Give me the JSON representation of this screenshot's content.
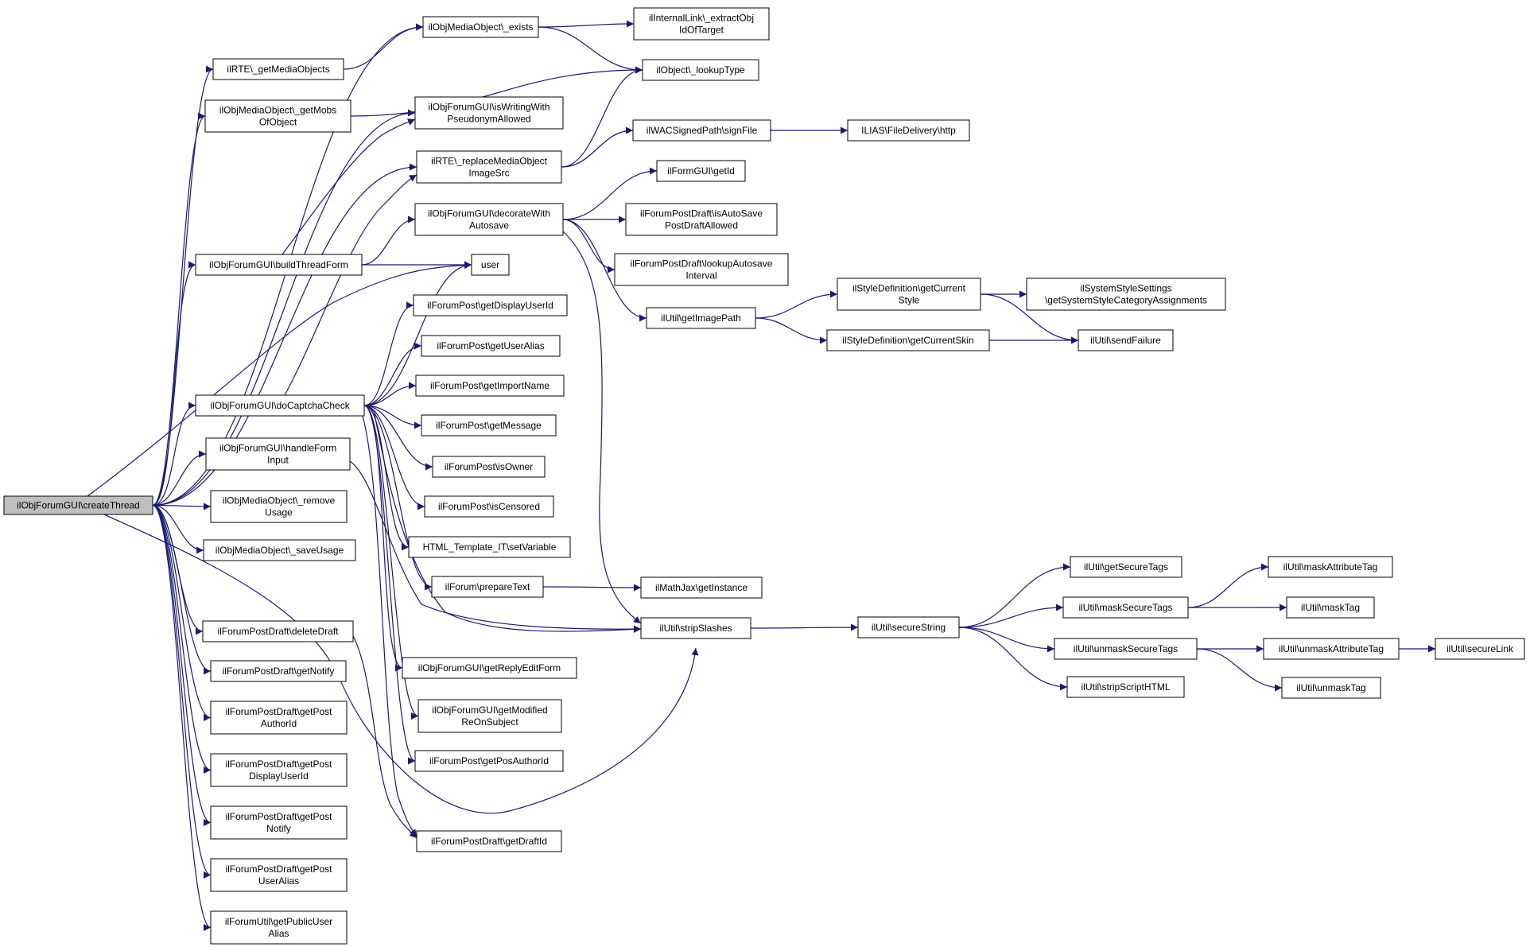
{
  "nodes": [
    {
      "id": "createThread",
      "lines": [
        "ilObjForumGUI\\createThread"
      ]
    },
    {
      "id": "mob_exists",
      "lines": [
        "ilObjMediaObject\\_exists"
      ]
    },
    {
      "id": "rte_getMediaObjects",
      "lines": [
        "ilRTE\\_getMediaObjects"
      ]
    },
    {
      "id": "mob_getMobsOfObject",
      "lines": [
        "ilObjMediaObject\\_getMobs",
        "OfObject"
      ]
    },
    {
      "id": "isWritingWithPseudonymAllowed",
      "lines": [
        "ilObjForumGUI\\isWritingWith",
        "PseudonymAllowed"
      ]
    },
    {
      "id": "rte_replaceMediaObjectImageSrc",
      "lines": [
        "ilRTE\\_replaceMediaObject",
        "ImageSrc"
      ]
    },
    {
      "id": "decorateWithAutosave",
      "lines": [
        "ilObjForumGUI\\decorateWith",
        "Autosave"
      ]
    },
    {
      "id": "buildThreadForm",
      "lines": [
        "ilObjForumGUI\\buildThreadForm"
      ]
    },
    {
      "id": "user",
      "lines": [
        "user"
      ]
    },
    {
      "id": "post_getDisplayUserId",
      "lines": [
        "ilForumPost\\getDisplayUserId"
      ]
    },
    {
      "id": "post_getUserAlias",
      "lines": [
        "ilForumPost\\getUserAlias"
      ]
    },
    {
      "id": "post_getImportName",
      "lines": [
        "ilForumPost\\getImportName"
      ]
    },
    {
      "id": "doCaptchaCheck",
      "lines": [
        "ilObjForumGUI\\doCaptchaCheck"
      ]
    },
    {
      "id": "post_getMessage",
      "lines": [
        "ilForumPost\\getMessage"
      ]
    },
    {
      "id": "handleFormInput",
      "lines": [
        "ilObjForumGUI\\handleForm",
        "Input"
      ]
    },
    {
      "id": "post_isOwner",
      "lines": [
        "ilForumPost\\isOwner"
      ]
    },
    {
      "id": "mob_removeUsage",
      "lines": [
        "ilObjMediaObject\\_remove",
        "Usage"
      ]
    },
    {
      "id": "post_isCensored",
      "lines": [
        "ilForumPost\\isCensored"
      ]
    },
    {
      "id": "mob_saveUsage",
      "lines": [
        "ilObjMediaObject\\_saveUsage"
      ]
    },
    {
      "id": "tpl_setVariable",
      "lines": [
        "HTML_Template_IT\\setVariable"
      ]
    },
    {
      "id": "forum_prepareText",
      "lines": [
        "ilForum\\prepareText"
      ]
    },
    {
      "id": "draft_deleteDraft",
      "lines": [
        "ilForumPostDraft\\deleteDraft"
      ]
    },
    {
      "id": "draft_getNotify",
      "lines": [
        "ilForumPostDraft\\getNotify"
      ]
    },
    {
      "id": "getReplyEditForm",
      "lines": [
        "ilObjForumGUI\\getReplyEditForm"
      ]
    },
    {
      "id": "draft_getPostAuthorId",
      "lines": [
        "ilForumPostDraft\\getPost",
        "AuthorId"
      ]
    },
    {
      "id": "getModifiedReOnSubject",
      "lines": [
        "ilObjForumGUI\\getModified",
        "ReOnSubject"
      ]
    },
    {
      "id": "post_getPosAuthorId",
      "lines": [
        "ilForumPost\\getPosAuthorId"
      ]
    },
    {
      "id": "draft_getPostDisplayUserId",
      "lines": [
        "ilForumPostDraft\\getPost",
        "DisplayUserId"
      ]
    },
    {
      "id": "draft_getPostNotify",
      "lines": [
        "ilForumPostDraft\\getPost",
        "Notify"
      ]
    },
    {
      "id": "draft_getDraftId",
      "lines": [
        "ilForumPostDraft\\getDraftId"
      ]
    },
    {
      "id": "draft_getPostUserAlias",
      "lines": [
        "ilForumPostDraft\\getPost",
        "UserAlias"
      ]
    },
    {
      "id": "forumutil_getPublicUserAlias",
      "lines": [
        "ilForumUtil\\getPublicUser",
        "Alias"
      ]
    },
    {
      "id": "internallink_extractObjIdOfTarget",
      "lines": [
        "ilInternalLink\\_extractObj",
        "IdOfTarget"
      ]
    },
    {
      "id": "object_lookupType",
      "lines": [
        "ilObject\\_lookupType"
      ]
    },
    {
      "id": "wac_signFile",
      "lines": [
        "ilWACSignedPath\\signFile"
      ]
    },
    {
      "id": "formgui_getId",
      "lines": [
        "ilFormGUI\\getId"
      ]
    },
    {
      "id": "draft_isAutoSavePostDraftAllowed",
      "lines": [
        "ilForumPostDraft\\isAutoSave",
        "PostDraftAllowed"
      ]
    },
    {
      "id": "draft_lookupAutosaveInterval",
      "lines": [
        "ilForumPostDraft\\lookupAutosave",
        "Interval"
      ]
    },
    {
      "id": "util_getImagePath",
      "lines": [
        "ilUtil\\getImagePath"
      ]
    },
    {
      "id": "mathjax_getInstance",
      "lines": [
        "ilMathJax\\getInstance"
      ]
    },
    {
      "id": "util_stripSlashes",
      "lines": [
        "ilUtil\\stripSlashes"
      ]
    },
    {
      "id": "filedelivery_http",
      "lines": [
        "ILIAS\\FileDelivery\\http"
      ]
    },
    {
      "id": "style_getCurrentStyle",
      "lines": [
        "ilStyleDefinition\\getCurrent",
        "Style"
      ]
    },
    {
      "id": "style_getCurrentSkin",
      "lines": [
        "ilStyleDefinition\\getCurrentSkin"
      ]
    },
    {
      "id": "util_secureString",
      "lines": [
        "ilUtil\\secureString"
      ]
    },
    {
      "id": "syssettings_getSystemStyleCategoryAssignments",
      "lines": [
        "ilSystemStyleSettings",
        "\\getSystemStyleCategoryAssignments"
      ]
    },
    {
      "id": "util_sendFailure",
      "lines": [
        "ilUtil\\sendFailure"
      ]
    },
    {
      "id": "util_getSecureTags",
      "lines": [
        "ilUtil\\getSecureTags"
      ]
    },
    {
      "id": "util_maskSecureTags",
      "lines": [
        "ilUtil\\maskSecureTags"
      ]
    },
    {
      "id": "util_unmaskSecureTags",
      "lines": [
        "ilUtil\\unmaskSecureTags"
      ]
    },
    {
      "id": "util_stripScriptHTML",
      "lines": [
        "ilUtil\\stripScriptHTML"
      ]
    },
    {
      "id": "util_maskAttributeTag",
      "lines": [
        "ilUtil\\maskAttributeTag"
      ]
    },
    {
      "id": "util_maskTag",
      "lines": [
        "ilUtil\\maskTag"
      ]
    },
    {
      "id": "util_unmaskAttributeTag",
      "lines": [
        "ilUtil\\unmaskAttributeTag"
      ]
    },
    {
      "id": "util_unmaskTag",
      "lines": [
        "ilUtil\\unmaskTag"
      ]
    },
    {
      "id": "util_secureLink",
      "lines": [
        "ilUtil\\secureLink"
      ]
    }
  ],
  "edges": [
    [
      "createThread",
      "mob_exists"
    ],
    [
      "createThread",
      "rte_getMediaObjects"
    ],
    [
      "createThread",
      "mob_getMobsOfObject"
    ],
    [
      "createThread",
      "isWritingWithPseudonymAllowed"
    ],
    [
      "createThread",
      "rte_replaceMediaObjectImageSrc"
    ],
    [
      "createThread",
      "buildThreadForm"
    ],
    [
      "createThread",
      "user"
    ],
    [
      "createThread",
      "doCaptchaCheck"
    ],
    [
      "createThread",
      "handleFormInput"
    ],
    [
      "createThread",
      "mob_removeUsage"
    ],
    [
      "createThread",
      "mob_saveUsage"
    ],
    [
      "createThread",
      "util_stripSlashes"
    ],
    [
      "createThread",
      "draft_deleteDraft"
    ],
    [
      "createThread",
      "draft_getNotify"
    ],
    [
      "createThread",
      "draft_getPostAuthorId"
    ],
    [
      "createThread",
      "draft_getPostDisplayUserId"
    ],
    [
      "createThread",
      "draft_getPostNotify"
    ],
    [
      "createThread",
      "draft_getPostUserAlias"
    ],
    [
      "createThread",
      "forumutil_getPublicUserAlias"
    ],
    [
      "mob_exists",
      "internallink_extractObjIdOfTarget"
    ],
    [
      "mob_exists",
      "object_lookupType"
    ],
    [
      "rte_getMediaObjects",
      "mob_exists"
    ],
    [
      "mob_getMobsOfObject",
      "object_lookupType"
    ],
    [
      "rte_replaceMediaObjectImageSrc",
      "object_lookupType"
    ],
    [
      "rte_replaceMediaObjectImageSrc",
      "wac_signFile"
    ],
    [
      "wac_signFile",
      "filedelivery_http"
    ],
    [
      "buildThreadForm",
      "isWritingWithPseudonymAllowed"
    ],
    [
      "buildThreadForm",
      "decorateWithAutosave"
    ],
    [
      "buildThreadForm",
      "user"
    ],
    [
      "decorateWithAutosave",
      "formgui_getId"
    ],
    [
      "decorateWithAutosave",
      "draft_isAutoSavePostDraftAllowed"
    ],
    [
      "decorateWithAutosave",
      "draft_lookupAutosaveInterval"
    ],
    [
      "decorateWithAutosave",
      "util_getImagePath"
    ],
    [
      "decorateWithAutosave",
      "util_stripSlashes"
    ],
    [
      "util_getImagePath",
      "style_getCurrentStyle"
    ],
    [
      "util_getImagePath",
      "style_getCurrentSkin"
    ],
    [
      "style_getCurrentStyle",
      "syssettings_getSystemStyleCategoryAssignments"
    ],
    [
      "style_getCurrentStyle",
      "util_sendFailure"
    ],
    [
      "style_getCurrentSkin",
      "util_sendFailure"
    ],
    [
      "doCaptchaCheck",
      "rte_replaceMediaObjectImageSrc"
    ],
    [
      "doCaptchaCheck",
      "user"
    ],
    [
      "doCaptchaCheck",
      "post_getDisplayUserId"
    ],
    [
      "doCaptchaCheck",
      "post_getUserAlias"
    ],
    [
      "doCaptchaCheck",
      "post_getImportName"
    ],
    [
      "doCaptchaCheck",
      "post_getMessage"
    ],
    [
      "doCaptchaCheck",
      "post_isOwner"
    ],
    [
      "doCaptchaCheck",
      "post_isCensored"
    ],
    [
      "doCaptchaCheck",
      "tpl_setVariable"
    ],
    [
      "doCaptchaCheck",
      "forum_prepareText"
    ],
    [
      "doCaptchaCheck",
      "util_stripSlashes"
    ],
    [
      "doCaptchaCheck",
      "getReplyEditForm"
    ],
    [
      "doCaptchaCheck",
      "getModifiedReOnSubject"
    ],
    [
      "doCaptchaCheck",
      "post_getPosAuthorId"
    ],
    [
      "doCaptchaCheck",
      "draft_getDraftId"
    ],
    [
      "handleFormInput",
      "util_stripSlashes"
    ],
    [
      "forum_prepareText",
      "mathjax_getInstance"
    ],
    [
      "draft_deleteDraft",
      "draft_getDraftId"
    ],
    [
      "util_stripSlashes",
      "util_secureString"
    ],
    [
      "util_secureString",
      "util_getSecureTags"
    ],
    [
      "util_secureString",
      "util_maskSecureTags"
    ],
    [
      "util_secureString",
      "util_unmaskSecureTags"
    ],
    [
      "util_secureString",
      "util_stripScriptHTML"
    ],
    [
      "util_maskSecureTags",
      "util_maskAttributeTag"
    ],
    [
      "util_maskSecureTags",
      "util_maskTag"
    ],
    [
      "util_unmaskSecureTags",
      "util_unmaskAttributeTag"
    ],
    [
      "util_unmaskSecureTags",
      "util_unmaskTag"
    ],
    [
      "util_unmaskAttributeTag",
      "util_secureLink"
    ]
  ],
  "colors": {
    "edge": "#191970",
    "root_fill": "#bfbfbf",
    "node_fill": "#ffffff",
    "node_border": "#000000"
  }
}
